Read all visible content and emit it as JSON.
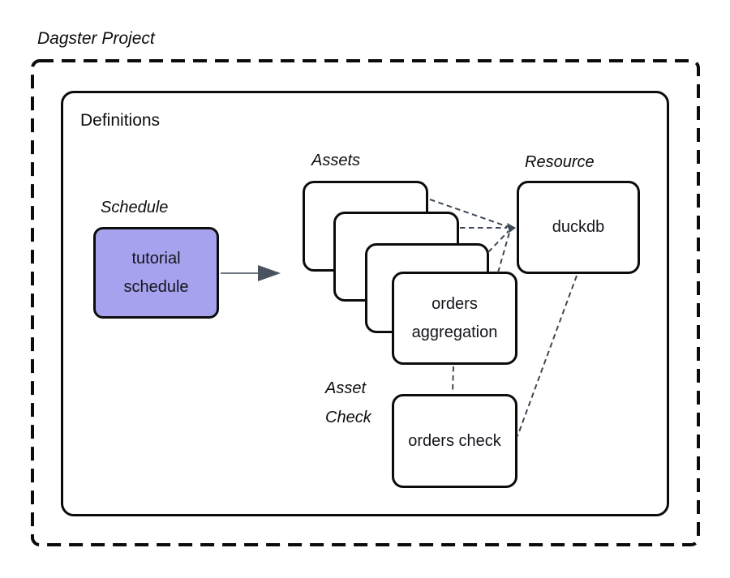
{
  "title": "Dagster Project",
  "definitions": {
    "label": "Definitions"
  },
  "schedule": {
    "label": "Schedule",
    "box_label": "tutorial schedule"
  },
  "assets": {
    "label": "Assets",
    "front_box_label": "orders aggregation",
    "stack_count": 4
  },
  "resource": {
    "label": "Resource",
    "box_label": "duckdb"
  },
  "asset_check": {
    "label": "Asset Check",
    "box_label": "orders check"
  },
  "colors": {
    "schedule_fill": "#a6a2ee",
    "box_border": "#0c0c0c",
    "connector": "#3e4856",
    "arrow_line": "#6e7683",
    "arrow_head": "#49525f"
  }
}
